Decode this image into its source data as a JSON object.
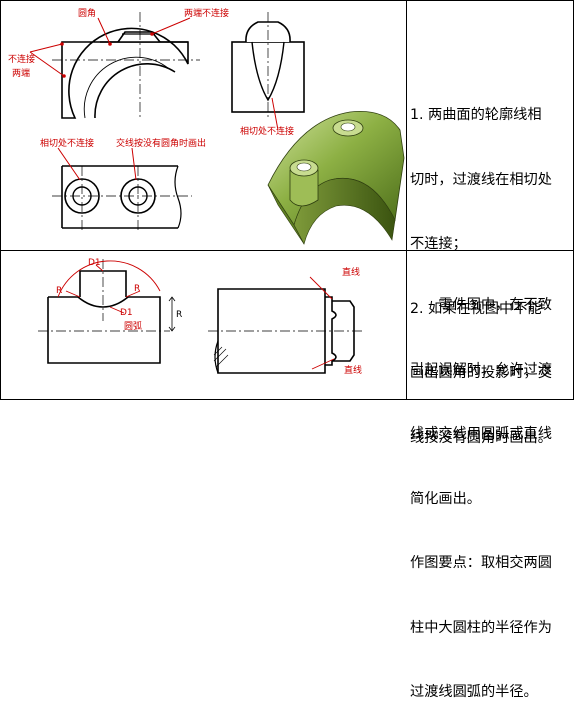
{
  "top_notes": {
    "line1": "1. 两曲面的轮廓线相",
    "line2": "切时，过渡线在相切处",
    "line3": "不连接；",
    "line4": "2. 如果在视图中不能",
    "line5": "画出圆角的投影时，交",
    "line6": "线按没有圆角时画出。"
  },
  "bottom_notes": {
    "line1": "零件图中，在不致",
    "line2": "引起误解时，允许过渡",
    "line3": "线或交线用圆弧或直线",
    "line4": "简化画出。",
    "line5": "作图要点：取相交两圆",
    "line6": "柱中大圆柱的半径作为",
    "line7": "过渡线圆弧的半径。"
  },
  "labels": {
    "fillet": "圆角",
    "ends_not_connected": "两端不连接",
    "not_connected": "不连接",
    "both_ends": "两端",
    "tangent_not_connected": "相切处不连接",
    "tangent_not_connected_2": "相切处不连接",
    "cross_as_no_fillet": "交线按没有圆角时画出",
    "fillet_bottom": "圆弧",
    "straight_top": "直线",
    "straight_bottom": "直线",
    "r1": "R",
    "r2": "R",
    "r3": "R",
    "d1": "D1",
    "d2": "D1"
  },
  "colors": {
    "annotation": "#cc0000",
    "ink": "#000000",
    "green": "#7fa33a"
  }
}
